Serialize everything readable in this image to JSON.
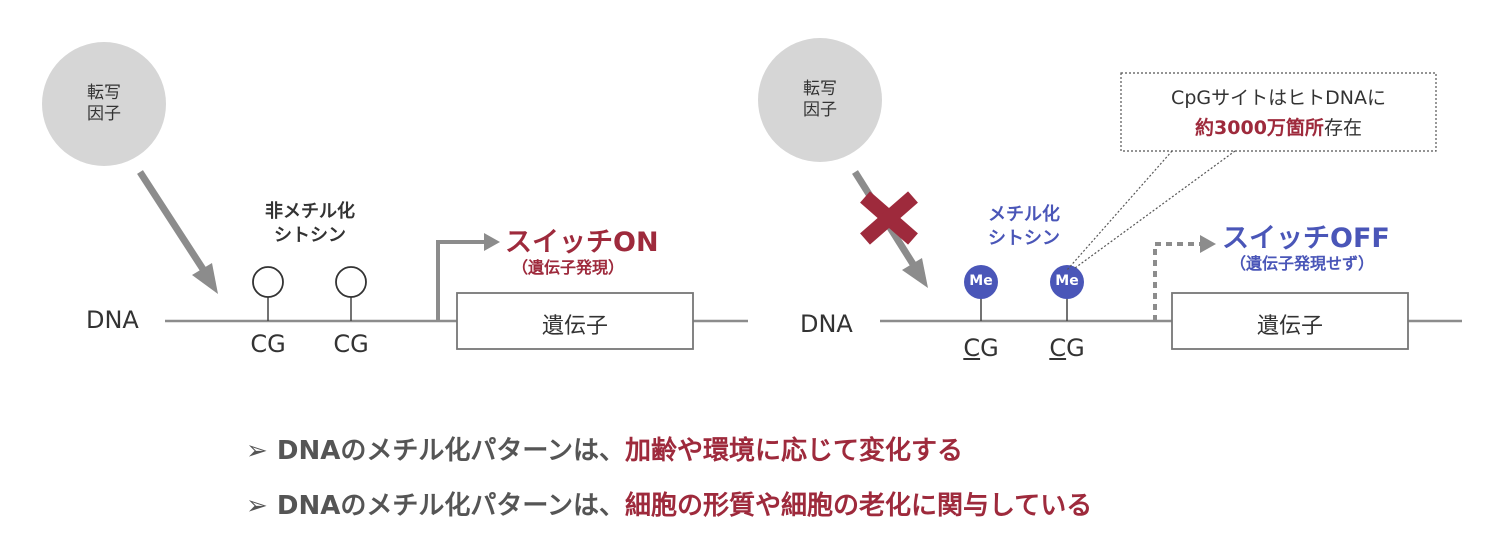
{
  "transcription_factor": "転写\n因子",
  "dna": "DNA",
  "cg": "CG",
  "cg_c": "C",
  "cg_g": "G",
  "me": "Me",
  "gene": "遺伝子",
  "left": {
    "cytosine_label": "非メチル化\nシトシン",
    "switch_title": "スイッチON",
    "switch_sub": "（遺伝子発現）"
  },
  "right": {
    "cytosine_label": "メチル化\nシトシン",
    "switch_title": "スイッチOFF",
    "switch_sub": "（遺伝子発現せず）",
    "callout_line1": "CpGサイトはヒトDNAに",
    "callout_highlight": "約3000万箇所",
    "callout_line2_rest": "存在"
  },
  "bullets": [
    {
      "marker": "➢",
      "prefix": "DNAのメチル化パターンは、",
      "highlight": "加齢や環境に応じて変化する"
    },
    {
      "marker": "➢",
      "prefix": "DNAのメチル化パターンは、",
      "highlight": "細胞の形質や細胞の老化に関与している"
    }
  ],
  "colors": {
    "red": "#9e2a3c",
    "blue": "#4a56b8",
    "gray": "#8c8c8c",
    "circle_gray": "#d6d6d6"
  }
}
